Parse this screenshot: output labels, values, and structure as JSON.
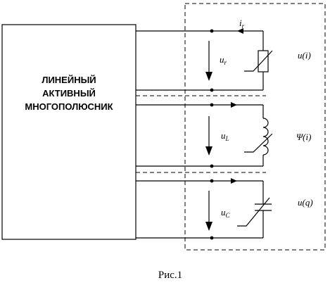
{
  "block": {
    "lines": [
      "ЛИНЕЙНЫЙ",
      "АКТИВНЫЙ",
      "МНОГОПОЛЮСНИК"
    ]
  },
  "labels": {
    "current_main": "i",
    "current_sub": "r",
    "ur_main": "u",
    "ur_sub": "r",
    "uL_main": "u",
    "uL_sub": "L",
    "uC_main": "u",
    "uC_sub": "C",
    "resistor_law": "u(i)",
    "inductor_law": "Ψ(i)",
    "capacitor_law": "u(q)"
  },
  "caption": "Рис.1"
}
